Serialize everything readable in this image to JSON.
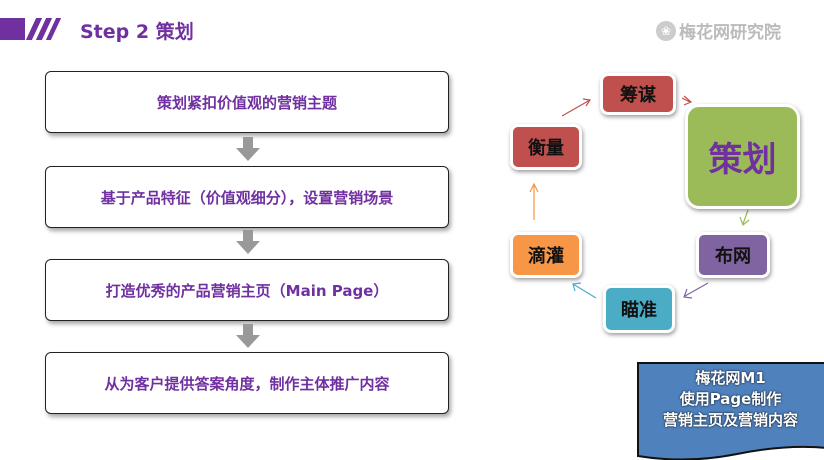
{
  "header": {
    "title": "Step 2  策划",
    "logo_text": "梅花网研究院"
  },
  "steps": [
    "策划紧扣价值观的营销主题",
    "基于产品特征（价值观细分），设置营销场景",
    "打造优秀的产品营销主页（Main  Page）",
    "从为客户提供答案角度，制作主体推广内容"
  ],
  "cycle": {
    "center": "策划",
    "nodes": [
      "筹谋",
      "布网",
      "瞄准",
      "滴灌",
      "衡量"
    ]
  },
  "note": {
    "line1": "梅花网M1",
    "line2": "使用Page制作",
    "line3": "营销主页及营销内容"
  },
  "colors": {
    "accent": "#7030a0",
    "red": "#c0504d",
    "green": "#9bbb59",
    "purple": "#8064a2",
    "cyan": "#4bacc6",
    "orange": "#f79646",
    "blue": "#4f81bd"
  }
}
